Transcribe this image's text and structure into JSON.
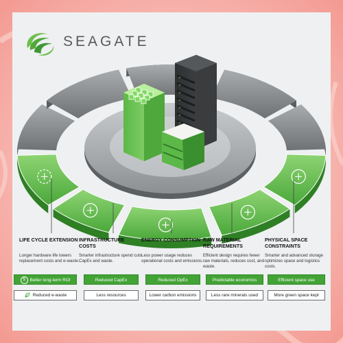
{
  "brand": {
    "name": "SEAGATE"
  },
  "columns": [
    {
      "title": "LIFE CYCLE EXTENSION",
      "description": "Longer hardware life lowers replacement costs and e-waste.",
      "primary": "Better long-term ROI",
      "secondary": "Reduced e-waste",
      "primary_icon": "dollar-circle-icon",
      "secondary_icon": "leaf-icon",
      "segment_icon": "gear-cycle-icon"
    },
    {
      "title": "INFRASTRUCTURE COSTS",
      "description": "Smarter infrastructure spend cuts CapEx and waste.",
      "primary": "Reduced CapEx",
      "secondary": "Less resources",
      "segment_icon": "money-hand-icon"
    },
    {
      "title": "ENERGY CONSUMPTION",
      "description": "Less power usage reduces operational costs and emissions.",
      "primary": "Reduced OpEx",
      "secondary": "Lower carbon emissions",
      "segment_icon": "energy-recycle-icon"
    },
    {
      "title": "RAW MATERIAL REQUIREMENTS",
      "description": "Efficient design requires fewer raw materials, reduces cost, and waste.",
      "primary": "Predictable economics",
      "secondary": "Less rare minerals used",
      "segment_icon": "material-hand-icon"
    },
    {
      "title": "PHYSICAL SPACE CONSTRAINTS",
      "description": "Smarter and advanced storage optimizes space and logistics costs.",
      "primary": "Efficient space use",
      "secondary": "More green space kept",
      "segment_icon": "compress-arrows-icon"
    }
  ],
  "colors": {
    "green": "#43a336",
    "light_green": "#7dc968",
    "grey_ring": "#8a8d90",
    "card_bg": "#eef0f1",
    "backdrop": "#f4a6a0"
  }
}
